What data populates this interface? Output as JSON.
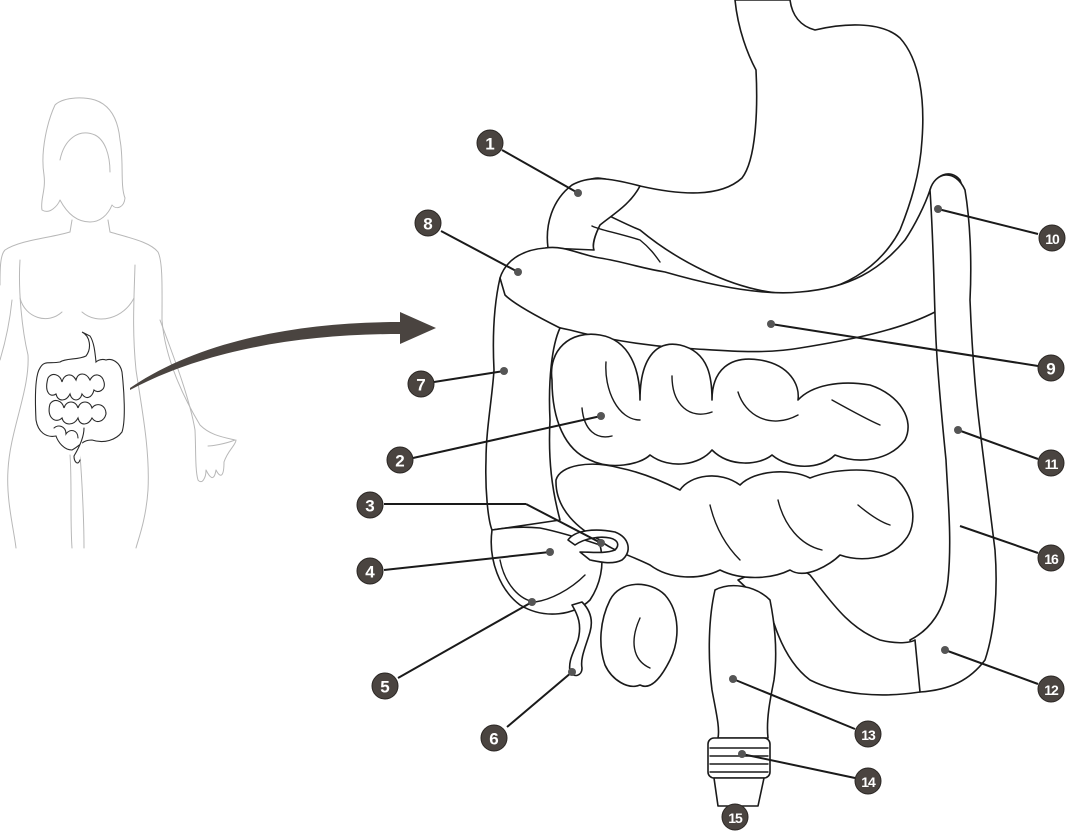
{
  "diagram": {
    "title": "",
    "subject": "Human digestive tract - small and large intestine",
    "colors": {
      "background": "#ffffff",
      "line": "#1a1a1a",
      "figure_outline": "#b8b8b8",
      "badge_fill": "#4a4440",
      "badge_text": "#ffffff",
      "arrow": "#4a4440",
      "pointer_dot": "#555555"
    },
    "inset": {
      "description": "Female body silhouette showing location of digestive organs",
      "arrow": "curved arrow from inset abdomen to enlarged view"
    },
    "labels": [
      {
        "number": "1",
        "badge": [
          490,
          143
        ],
        "target": [
          578,
          193
        ]
      },
      {
        "number": "2",
        "badge": [
          400,
          460
        ],
        "target": [
          601,
          416
        ]
      },
      {
        "number": "3",
        "badge": [
          370,
          505
        ],
        "target": [
          601,
          543
        ]
      },
      {
        "number": "4",
        "badge": [
          370,
          571
        ],
        "target": [
          550,
          552
        ]
      },
      {
        "number": "5",
        "badge": [
          385,
          686
        ],
        "target": [
          532,
          602
        ]
      },
      {
        "number": "6",
        "badge": [
          494,
          738
        ],
        "target": [
          572,
          672
        ]
      },
      {
        "number": "7",
        "badge": [
          421,
          384
        ],
        "target": [
          504,
          371
        ]
      },
      {
        "number": "8",
        "badge": [
          428,
          223
        ],
        "target": [
          518,
          272
        ]
      },
      {
        "number": "9",
        "badge": [
          1051,
          368
        ],
        "target": [
          771,
          324
        ]
      },
      {
        "number": "10",
        "badge": [
          1052,
          238
        ],
        "target": [
          938,
          209
        ]
      },
      {
        "number": "11",
        "badge": [
          1051,
          463
        ],
        "target": [
          958,
          430
        ]
      },
      {
        "number": "12",
        "badge": [
          1051,
          689
        ],
        "target": [
          945,
          650
        ]
      },
      {
        "number": "13",
        "badge": [
          868,
          734
        ],
        "target": [
          733,
          679
        ]
      },
      {
        "number": "14",
        "badge": [
          868,
          781
        ],
        "target": [
          742,
          754
        ]
      },
      {
        "number": "15",
        "badge": [
          735,
          817
        ],
        "target": null
      },
      {
        "number": "16",
        "badge": [
          1051,
          558
        ],
        "target": [
          960,
          526
        ]
      }
    ]
  }
}
